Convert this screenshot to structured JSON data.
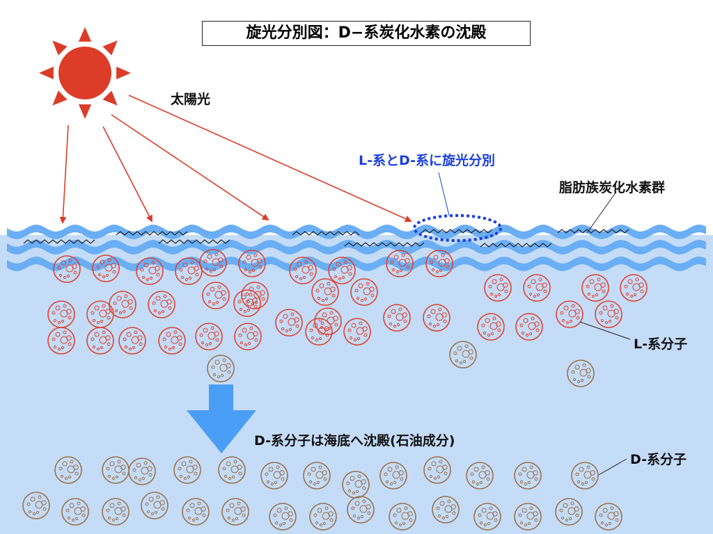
{
  "title": "旋光分別図：D−系炭化水素の沈殿",
  "labels": {
    "sunlight": "太陽光",
    "separation": "L-系とD-系に旋光分別",
    "hydrocarbons": "脂肪族炭化水素群",
    "l_molecule": "L-系分子",
    "d_molecule": "D-系分子",
    "sedimentation": "D-系分子は海底へ沈殿(石油成分)"
  },
  "colors": {
    "sun": "#dc3c28",
    "l_molecule": "#e0412c",
    "d_molecule": "#9c7048",
    "water": "#c4dcf8",
    "wave": "#6aaef5",
    "arrow": "#4a9ef5",
    "highlight": "#1a3ee0"
  }
}
